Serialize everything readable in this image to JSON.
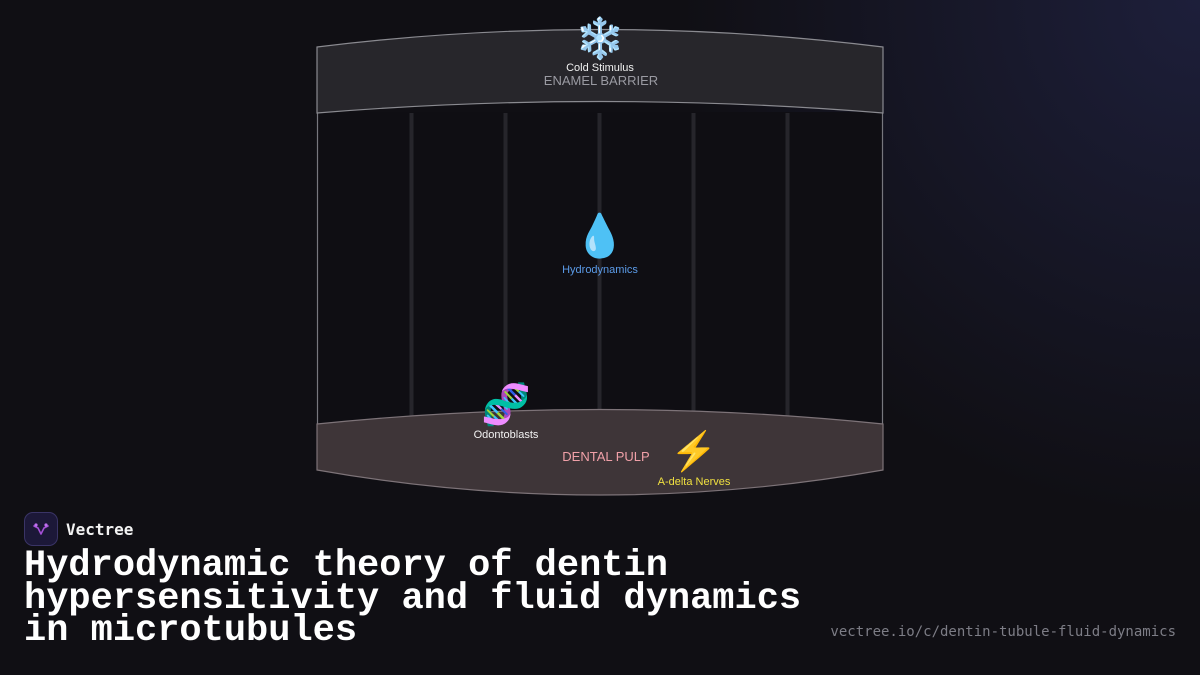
{
  "diagram": {
    "enamel_label": "ENAMEL BARRIER",
    "pulp_label": "DENTAL PULP",
    "cold_stimulus": {
      "icon": "snowflake-icon",
      "glyph": "❄️",
      "label": "Cold Stimulus"
    },
    "hydrodynamics": {
      "icon": "water-drop-icon",
      "glyph": "💧",
      "label": "Hydrodynamics"
    },
    "odontoblasts": {
      "icon": "dna-icon",
      "glyph": "🧬",
      "label": "Odontoblasts"
    },
    "nerves": {
      "icon": "lightning-icon",
      "glyph": "⚡",
      "label": "A-delta Nerves"
    }
  },
  "brand": {
    "name": "Vectree"
  },
  "title": "Hydrodynamic theory of dentin hypersensitivity and fluid dynamics in microtubules",
  "url": "vectree.io/c/dentin-tubule-fluid-dynamics",
  "colors": {
    "background": "#100f14",
    "hydrodynamics_label": "#5b9be8",
    "pulp_label": "#f0a0a8",
    "nerves_label": "#f0e040",
    "enamel_label": "#9a9aa2"
  }
}
